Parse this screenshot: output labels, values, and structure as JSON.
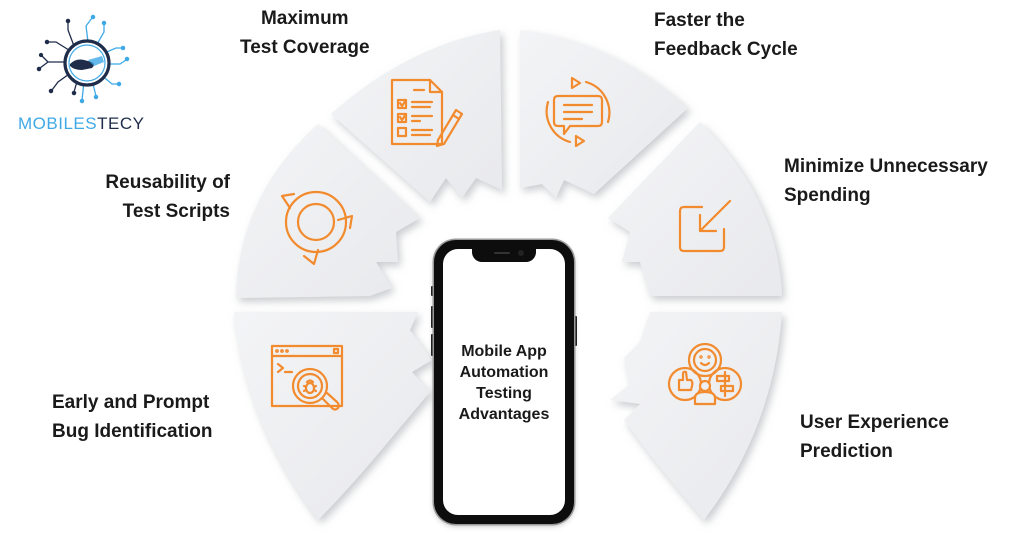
{
  "logo": {
    "brand_part1": "MOBILES",
    "brand_part2": "TECY",
    "icon": "handshake-circuit-icon",
    "colors": {
      "light_blue": "#3fa9e6",
      "navy": "#1f2d4a"
    }
  },
  "center": {
    "title_lines": [
      "Mobile App",
      "Automation",
      "Testing",
      "Advantages"
    ]
  },
  "segments": [
    {
      "id": "early-bug",
      "label_lines": [
        "Early and Prompt",
        "Bug Identification"
      ],
      "icon": "bug-search-window-icon"
    },
    {
      "id": "reusability",
      "label_lines": [
        "Reusability of",
        "Test Scripts"
      ],
      "icon": "recycle-arrows-icon"
    },
    {
      "id": "coverage",
      "label_lines": [
        "Maximum",
        "Test Coverage"
      ],
      "icon": "checklist-pencil-icon"
    },
    {
      "id": "feedback",
      "label_lines": [
        "Faster the",
        "Feedback Cycle"
      ],
      "icon": "chat-cycle-icon"
    },
    {
      "id": "spending",
      "label_lines": [
        "Minimize Unnecessary",
        "Spending"
      ],
      "icon": "arrow-into-box-icon"
    },
    {
      "id": "ux",
      "label_lines": [
        "User Experience",
        "Prediction"
      ],
      "icon": "user-feedback-icon"
    }
  ],
  "colors": {
    "accent_orange": "#f28a2e",
    "segment_fill": "#eeeff1",
    "segment_shadow": "#c9cbd0",
    "text": "#1a1a1a"
  }
}
